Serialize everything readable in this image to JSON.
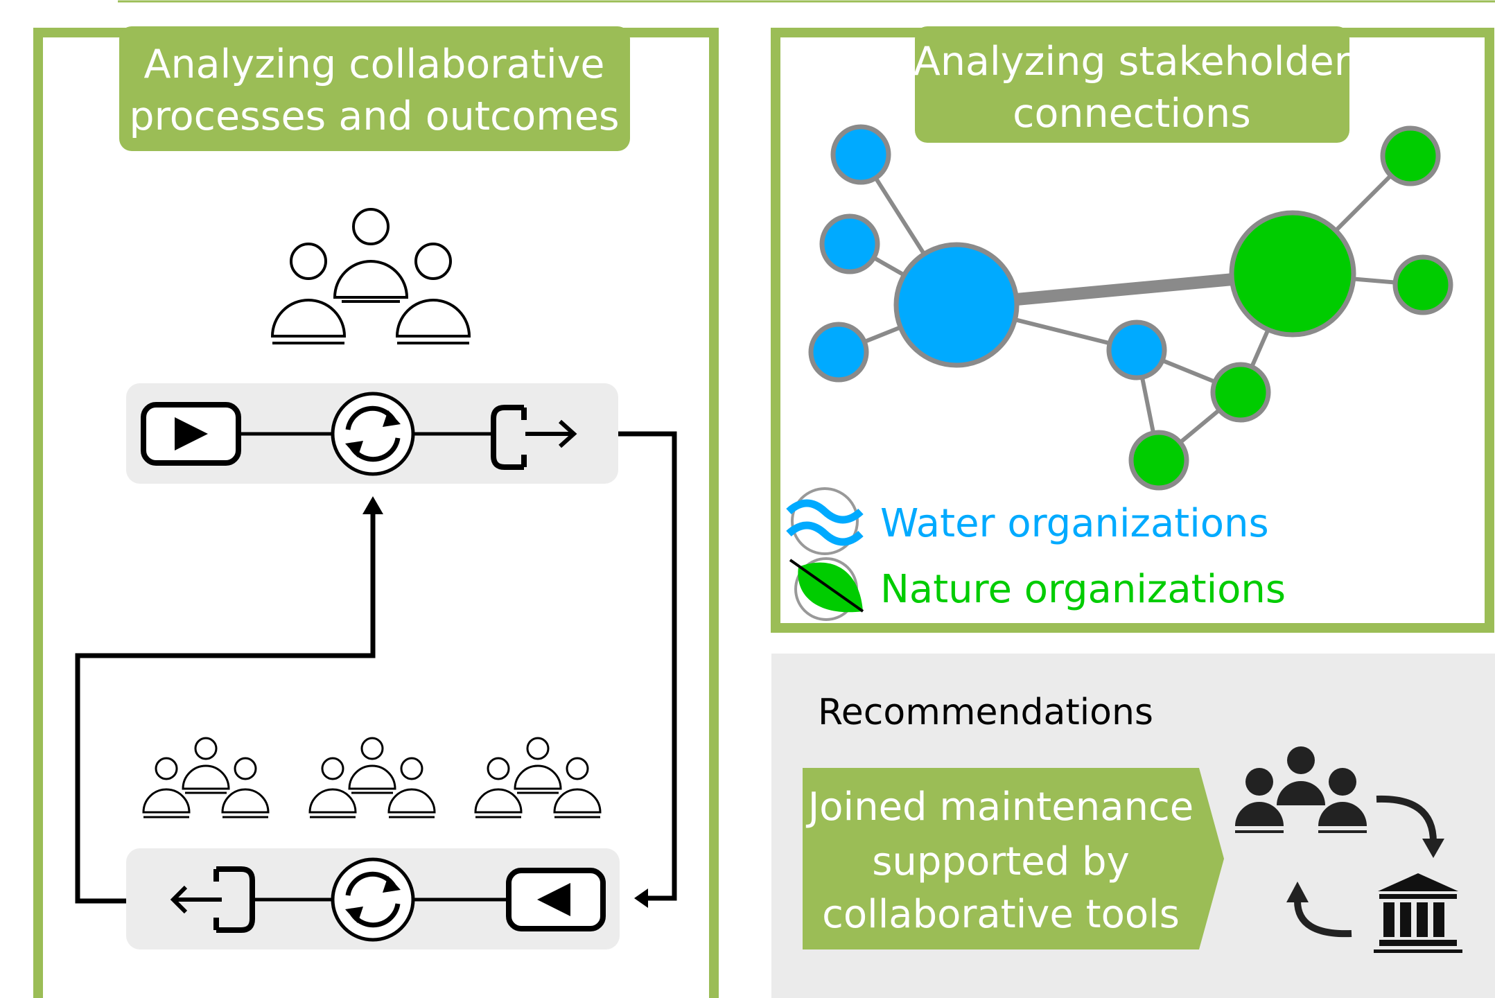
{
  "left_panel": {
    "title_line1": "Analyzing collaborative",
    "title_line2": "processes and outcomes"
  },
  "network_panel": {
    "title_line1": "Analyzing stakeholder",
    "title_line2": "connections",
    "legend": [
      {
        "label": "Water organizations",
        "color": "#00aaff",
        "icon": "water-waves-icon"
      },
      {
        "label": "Nature organizations",
        "color": "#00cc00",
        "icon": "leaf-icon"
      }
    ]
  },
  "recommendations": {
    "heading": "Recommendations",
    "arrow_line1": "Joined maintenance",
    "arrow_line2": "supported by",
    "arrow_line3": "collaborative tools"
  },
  "colors": {
    "accent_green": "#9bbd56",
    "water_blue": "#00aaff",
    "nature_green": "#00cc00",
    "edge_gray": "#8a8a8a",
    "panel_gray": "#ebebeb",
    "flow_bar_gray": "#ececec"
  }
}
